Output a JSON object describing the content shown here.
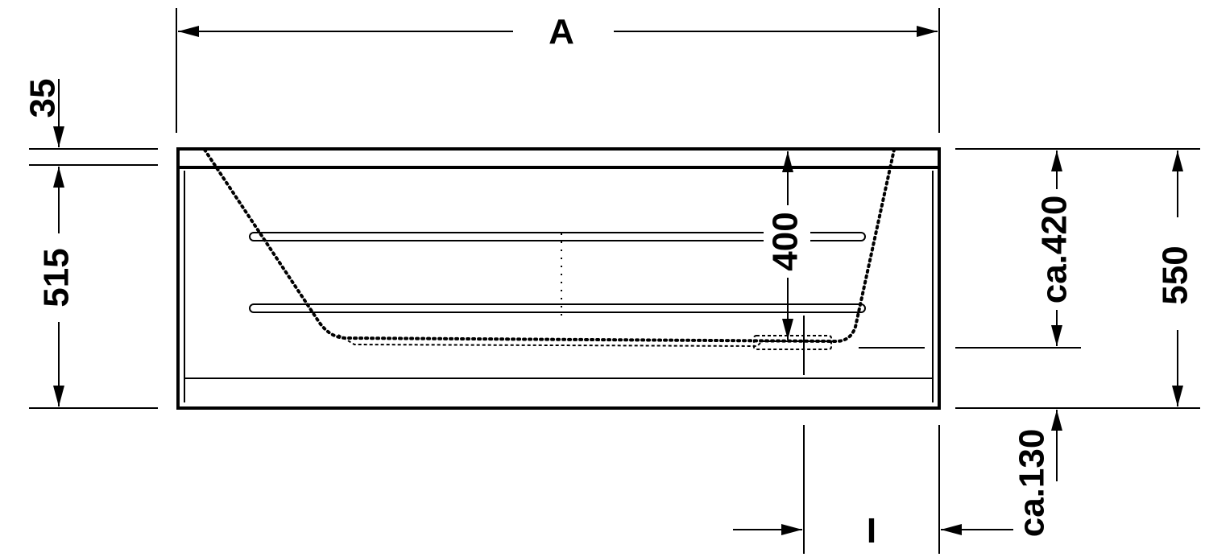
{
  "dimensions": {
    "overall_length": "A",
    "rim_thickness": "35",
    "body_height": "515",
    "total_height": "550",
    "inner_depth": "400",
    "water_level": "ca.420",
    "foot_clearance": "ca.130",
    "drain_offset": "I"
  }
}
